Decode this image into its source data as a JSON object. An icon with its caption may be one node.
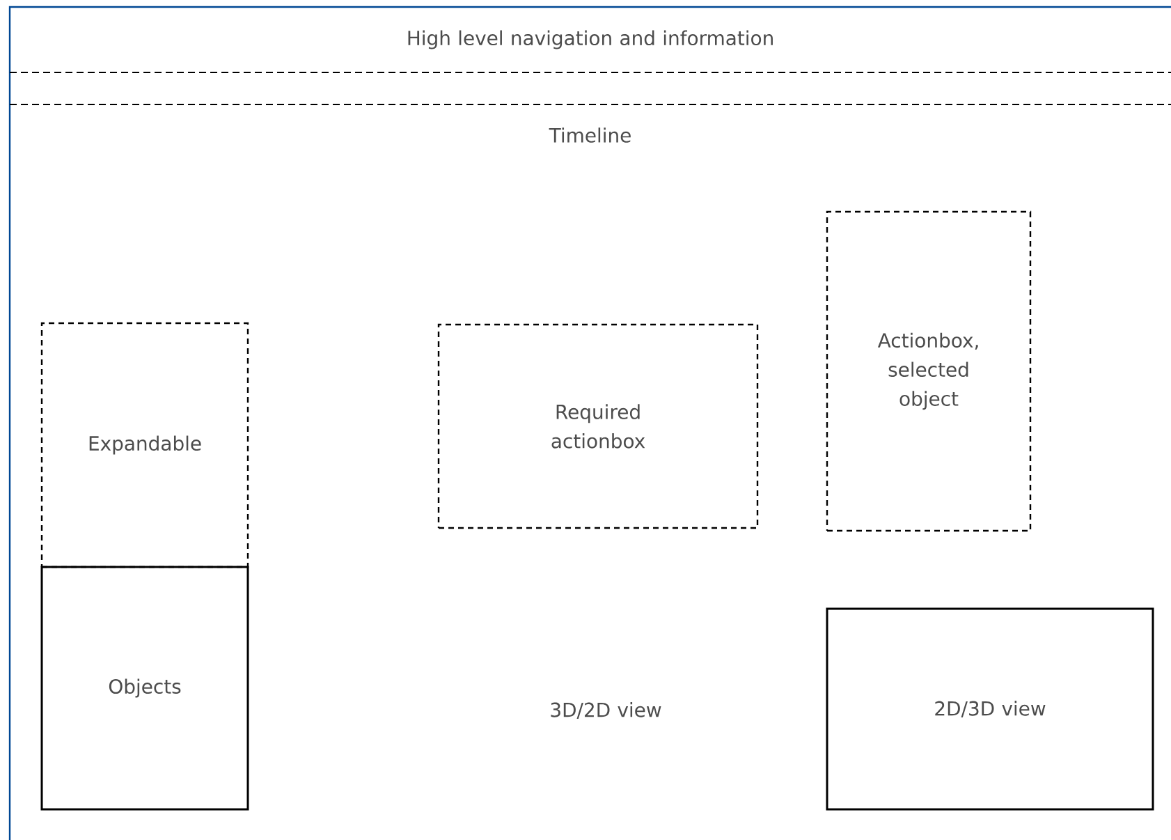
{
  "diagram": {
    "nodes": [
      {
        "text": [
          "High level navigation and information"
        ]
      },
      {
        "text": [
          "Timeline"
        ]
      },
      {
        "text": [
          "Expandable"
        ]
      },
      {
        "text": [
          "Objects"
        ]
      },
      {
        "text": [
          "Required actionbox"
        ]
      },
      {
        "text": [
          "Actionbox, selected object"
        ]
      },
      {
        "text": [
          "3D/2D view"
        ]
      },
      {
        "text": [
          "2D/3D view"
        ]
      }
    ]
  }
}
